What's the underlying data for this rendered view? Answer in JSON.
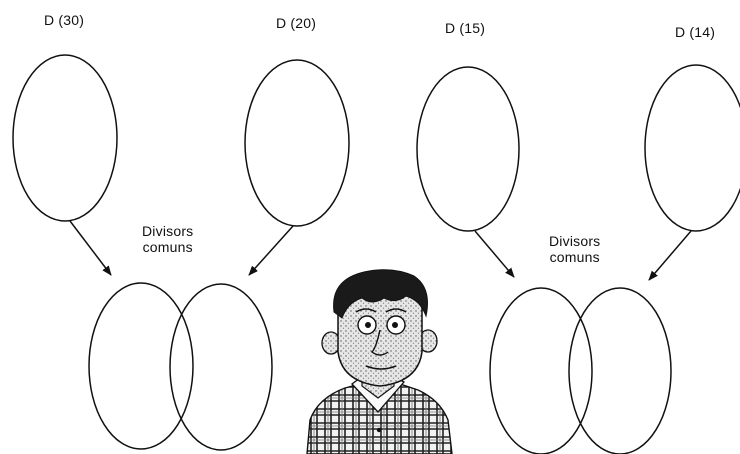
{
  "sets": [
    {
      "label": "D (30)"
    },
    {
      "label": "D (20)"
    },
    {
      "label": "D (15)"
    },
    {
      "label": "D (14)"
    }
  ],
  "common": [
    {
      "line1": "Divisors",
      "line2": "comuns"
    },
    {
      "line1": "Divisors",
      "line2": "comuns"
    }
  ],
  "colors": {
    "ink": "#111111",
    "background": "#ffffff"
  },
  "illustration": {
    "name": "cartoon-boy-with-plaid-shirt"
  }
}
